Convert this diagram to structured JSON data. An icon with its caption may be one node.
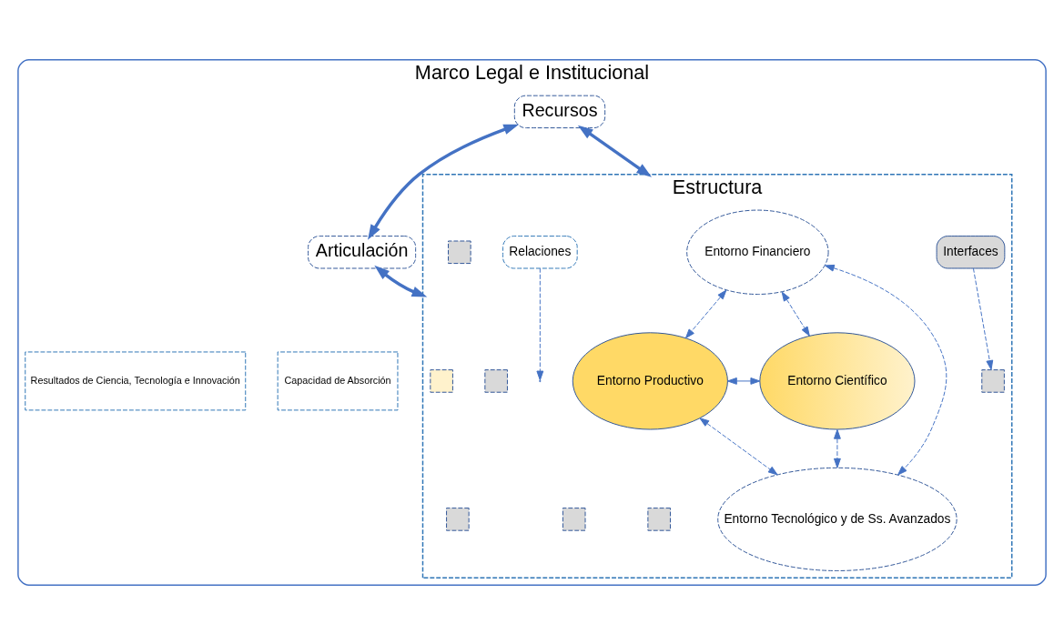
{
  "diagram": {
    "nodes": [
      {
        "text": [
          "Marco Legal e Institucional"
        ]
      },
      {
        "text": [
          "Recursos"
        ],
        "in": 0
      },
      {
        "text": [
          "Articulación"
        ],
        "in": 0
      },
      {
        "text": [
          "Estructura"
        ],
        "in": 0
      },
      {
        "text": [
          "Capacidad de Absorción"
        ],
        "in": 0
      },
      {
        "text": [
          "Interfaces"
        ],
        "in": 3
      },
      {
        "text": [
          "Entorno Financiero"
        ],
        "in": 3
      },
      {
        "text": [
          "Relaciones"
        ],
        "in": 3
      },
      {
        "text": [],
        "shape": "box",
        "in": 3
      },
      {
        "text": [],
        "shape": "box",
        "in": 3
      },
      {
        "text": [],
        "shape": "box",
        "in": 3
      },
      {
        "text": [],
        "shape": "box",
        "in": 3
      },
      {
        "text": [
          "Entorno Productivo"
        ],
        "in": 3
      },
      {
        "text": [
          "Entorno Científico"
        ],
        "in": 3
      },
      {
        "text": [],
        "shape": "box",
        "in": 3
      },
      {
        "text": [],
        "shape": "box",
        "in": 3
      },
      {
        "text": [],
        "shape": "box",
        "in": 3
      },
      {
        "text": [
          "Entorno Tecnológico y de Ss. Avanzados"
        ],
        "in": 3
      },
      {
        "text": [
          "Resultados de Ciencia, Tecnología e Innovación"
        ],
        "in": 0
      }
    ],
    "edges": [
      {
        "from": 1,
        "to": 2,
        "arrow": "both",
        "style": "thick"
      },
      {
        "from": 1,
        "to": 3,
        "arrow": "both",
        "style": "thick"
      },
      {
        "from": 3,
        "to": 2,
        "arrow": "both",
        "style": "thick"
      },
      {
        "from": 5,
        "to": 9,
        "arrow": "to",
        "style": "dashed"
      },
      {
        "from": 7,
        "to": null,
        "arrow": "to",
        "style": "dashed"
      },
      {
        "from": 6,
        "to": 12,
        "arrow": "both",
        "style": "dashed"
      },
      {
        "from": 6,
        "to": 13,
        "arrow": "both",
        "style": "dashed"
      },
      {
        "from": 12,
        "to": 13,
        "arrow": "both"
      },
      {
        "from": 6,
        "to": 17,
        "arrow": "both",
        "style": "dashed"
      },
      {
        "from": 12,
        "to": 17,
        "arrow": "both",
        "style": "dashed"
      },
      {
        "from": 13,
        "to": 17,
        "arrow": "both",
        "style": "dashed"
      }
    ]
  }
}
